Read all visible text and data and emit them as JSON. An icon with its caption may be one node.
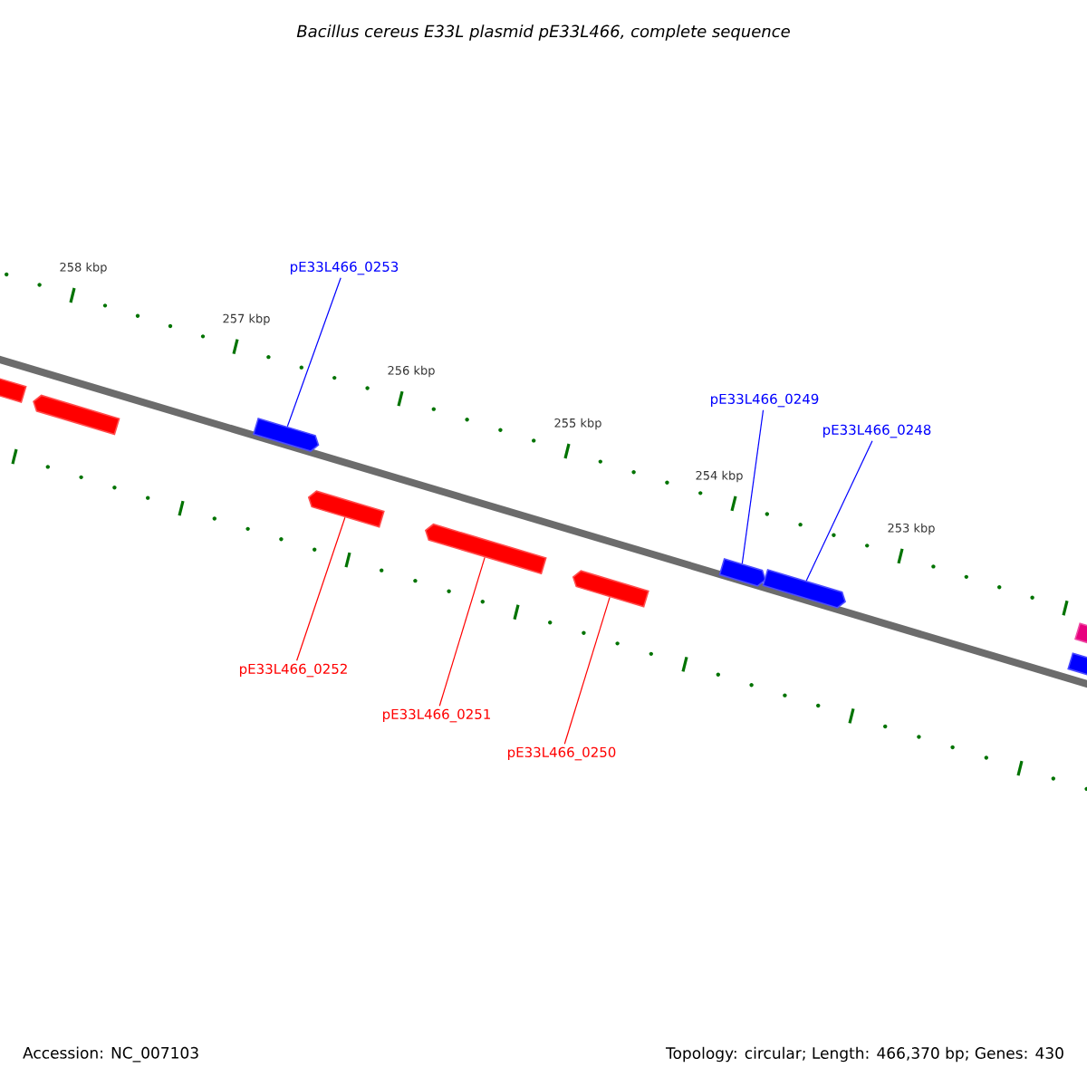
{
  "diagram": {
    "title": "Bacillus cereus E33L plasmid pE33L466, complete sequence",
    "nodes": [
      {
        "text": [
          "pE33L466_0253"
        ]
      },
      {
        "text": [
          "pE33L466_0249"
        ]
      },
      {
        "text": [
          "pE33L466_0248"
        ]
      },
      {
        "text": [],
        "shape": "arrow"
      },
      {
        "text": [],
        "shape": "arrow"
      },
      {
        "text": [],
        "shape": "arrow"
      },
      {
        "text": [],
        "shape": "arrow"
      },
      {
        "text": [],
        "shape": "arrow"
      },
      {
        "text": [],
        "shape": "arrow"
      },
      {
        "text": [],
        "shape": "arrow"
      },
      {
        "text": [],
        "shape": "arrow"
      },
      {
        "text": [],
        "shape": "arrow"
      },
      {
        "text": [],
        "shape": "arrow"
      },
      {
        "text": [
          "pE33L466_0252"
        ]
      },
      {
        "text": [
          "pE33L466_0251"
        ]
      },
      {
        "text": [
          "pE33L466_0250"
        ]
      }
    ],
    "edges": [
      {
        "from": 0,
        "to": 5,
        "arrow": "none",
        "color": "#0000ff"
      },
      {
        "from": 1,
        "to": 9,
        "arrow": "none",
        "color": "#0000ff"
      },
      {
        "from": 2,
        "to": 10,
        "arrow": "none",
        "color": "#0000ff"
      },
      {
        "from": 13,
        "to": 6,
        "arrow": "none",
        "color": "#ff0000"
      },
      {
        "from": 14,
        "to": 7,
        "arrow": "none",
        "color": "#ff0000"
      },
      {
        "from": 15,
        "to": 8,
        "arrow": "none",
        "color": "#ff0000"
      }
    ],
    "labels": [
      "258 kbp",
      "257 kbp",
      "256 kbp",
      "255 kbp",
      "254 kbp",
      "253 kbp",
      "Accession: NC_007103",
      "Topology: circular; Length: 466,370 bp; Genes: 430"
    ]
  }
}
